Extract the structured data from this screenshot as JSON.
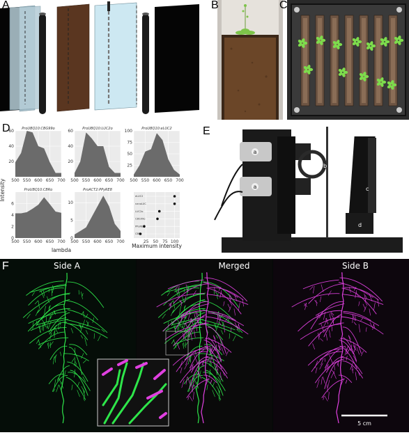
{
  "panels": {
    "a": "A",
    "b": "B",
    "c": "C",
    "d": "D",
    "e": "E",
    "f": "F"
  },
  "panel_e_labels": [
    "a",
    "a",
    "b",
    "c",
    "d"
  ],
  "panel_f": {
    "side_a": "Side A",
    "merged": "Merged",
    "side_b": "Side B",
    "scale_bar": "5 cm"
  },
  "colors": {
    "soil": "#5a3620",
    "glass": "#a8c4cf",
    "area_fill": "#6b6b6b",
    "panel_bg": "#ebebeb",
    "root_green": "#2ee64a",
    "root_magenta": "#e040e0",
    "plant_green": "#7ddc4c"
  },
  "chart_data": [
    {
      "type": "area",
      "title": "ProUBQ10:CBG99o",
      "x": [
        500,
        525,
        550,
        575,
        600,
        625,
        650,
        675,
        700
      ],
      "values": [
        19,
        31,
        60,
        58,
        40,
        37,
        19,
        5,
        5
      ],
      "xlim": [
        500,
        700
      ],
      "ylim": [
        0,
        60
      ],
      "yticks": [
        20,
        40,
        60
      ],
      "xticks": [
        500,
        550,
        600,
        650,
        700
      ],
      "xlabel": "",
      "ylabel": ""
    },
    {
      "type": "area",
      "title": "ProUBQ10:LUC2o",
      "x": [
        500,
        525,
        550,
        575,
        600,
        625,
        650,
        675,
        700
      ],
      "values": [
        5,
        20,
        58,
        50,
        40,
        40,
        13,
        5,
        5
      ],
      "xlim": [
        500,
        700
      ],
      "ylim": [
        0,
        60
      ],
      "yticks": [
        20,
        40,
        60
      ],
      "xticks": [
        500,
        550,
        600,
        650,
        700
      ],
      "xlabel": "",
      "ylabel": ""
    },
    {
      "type": "area",
      "title": "ProUBQ10:eLUC2",
      "x": [
        500,
        525,
        550,
        575,
        600,
        625,
        650,
        675,
        700
      ],
      "values": [
        5,
        25,
        55,
        60,
        95,
        80,
        38,
        15,
        5
      ],
      "xlim": [
        500,
        700
      ],
      "ylim": [
        0,
        100
      ],
      "yticks": [
        25,
        50,
        75,
        100
      ],
      "xticks": [
        500,
        550,
        600,
        650,
        700
      ],
      "xlabel": "",
      "ylabel": ""
    },
    {
      "type": "area",
      "title": "ProUBQ10:CBRo",
      "x": [
        500,
        525,
        550,
        575,
        600,
        625,
        650,
        675,
        700
      ],
      "values": [
        4.3,
        4.3,
        4.5,
        5.1,
        5.8,
        7.1,
        5.9,
        4.6,
        4.4
      ],
      "xlim": [
        500,
        700
      ],
      "ylim": [
        0,
        8
      ],
      "yticks": [
        0,
        2,
        4,
        6
      ],
      "xticks": [
        500,
        550,
        600,
        650,
        700
      ],
      "xlabel": "",
      "ylabel": ""
    },
    {
      "type": "area",
      "title": "ProACT2:PPyRE8",
      "x": [
        500,
        525,
        550,
        575,
        600,
        625,
        650,
        675,
        700
      ],
      "values": [
        1,
        2,
        3,
        6,
        9,
        12,
        9,
        4,
        2
      ],
      "xlim": [
        500,
        700
      ],
      "ylim": [
        0,
        13
      ],
      "yticks": [
        0,
        5,
        10
      ],
      "xticks": [
        500,
        550,
        600,
        650,
        700
      ],
      "xlabel": "",
      "ylabel": ""
    },
    {
      "type": "scatter",
      "title": "",
      "categories": [
        "eLUC2",
        "nanoLUC",
        "LUC2o",
        "CBG99o",
        "PPyRE8",
        "CBRo"
      ],
      "values": [
        100,
        100,
        60,
        55,
        20,
        10
      ],
      "xticks": [
        25,
        50,
        75,
        100
      ],
      "xlim": [
        0,
        110
      ],
      "xlabel": "Maximum intensity",
      "ylabel": ""
    }
  ],
  "shared_axes": {
    "ylabel": "Intensity",
    "xlabel": "lambda"
  }
}
